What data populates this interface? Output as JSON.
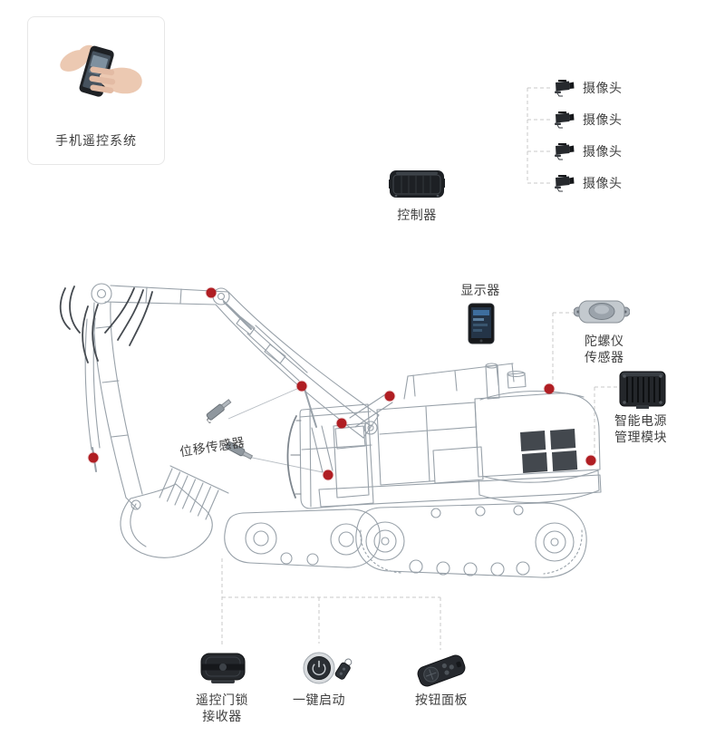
{
  "colors": {
    "marker_dot": "#b01e23",
    "wireframe": "#98a1a9",
    "dashed_line": "#c9c9c9",
    "label_text": "#3f3f3f"
  },
  "phone_box": {
    "label": "手机遥控系统"
  },
  "cameras": {
    "items": [
      {
        "label": "摄像头"
      },
      {
        "label": "摄像头"
      },
      {
        "label": "摄像头"
      },
      {
        "label": "摄像头"
      }
    ]
  },
  "controller": {
    "label": "控制器"
  },
  "display": {
    "label": "显示器"
  },
  "gyro": {
    "line1": "陀螺仪",
    "line2": "传感器"
  },
  "power": {
    "line1": "智能电源",
    "line2": "管理模块"
  },
  "displacement": {
    "label": "位移传感器"
  },
  "lock_receiver": {
    "line1": "遥控门锁",
    "line2": "接收器"
  },
  "one_key_start": {
    "label": "一键启动"
  },
  "button_panel": {
    "label": "按钮面板"
  }
}
